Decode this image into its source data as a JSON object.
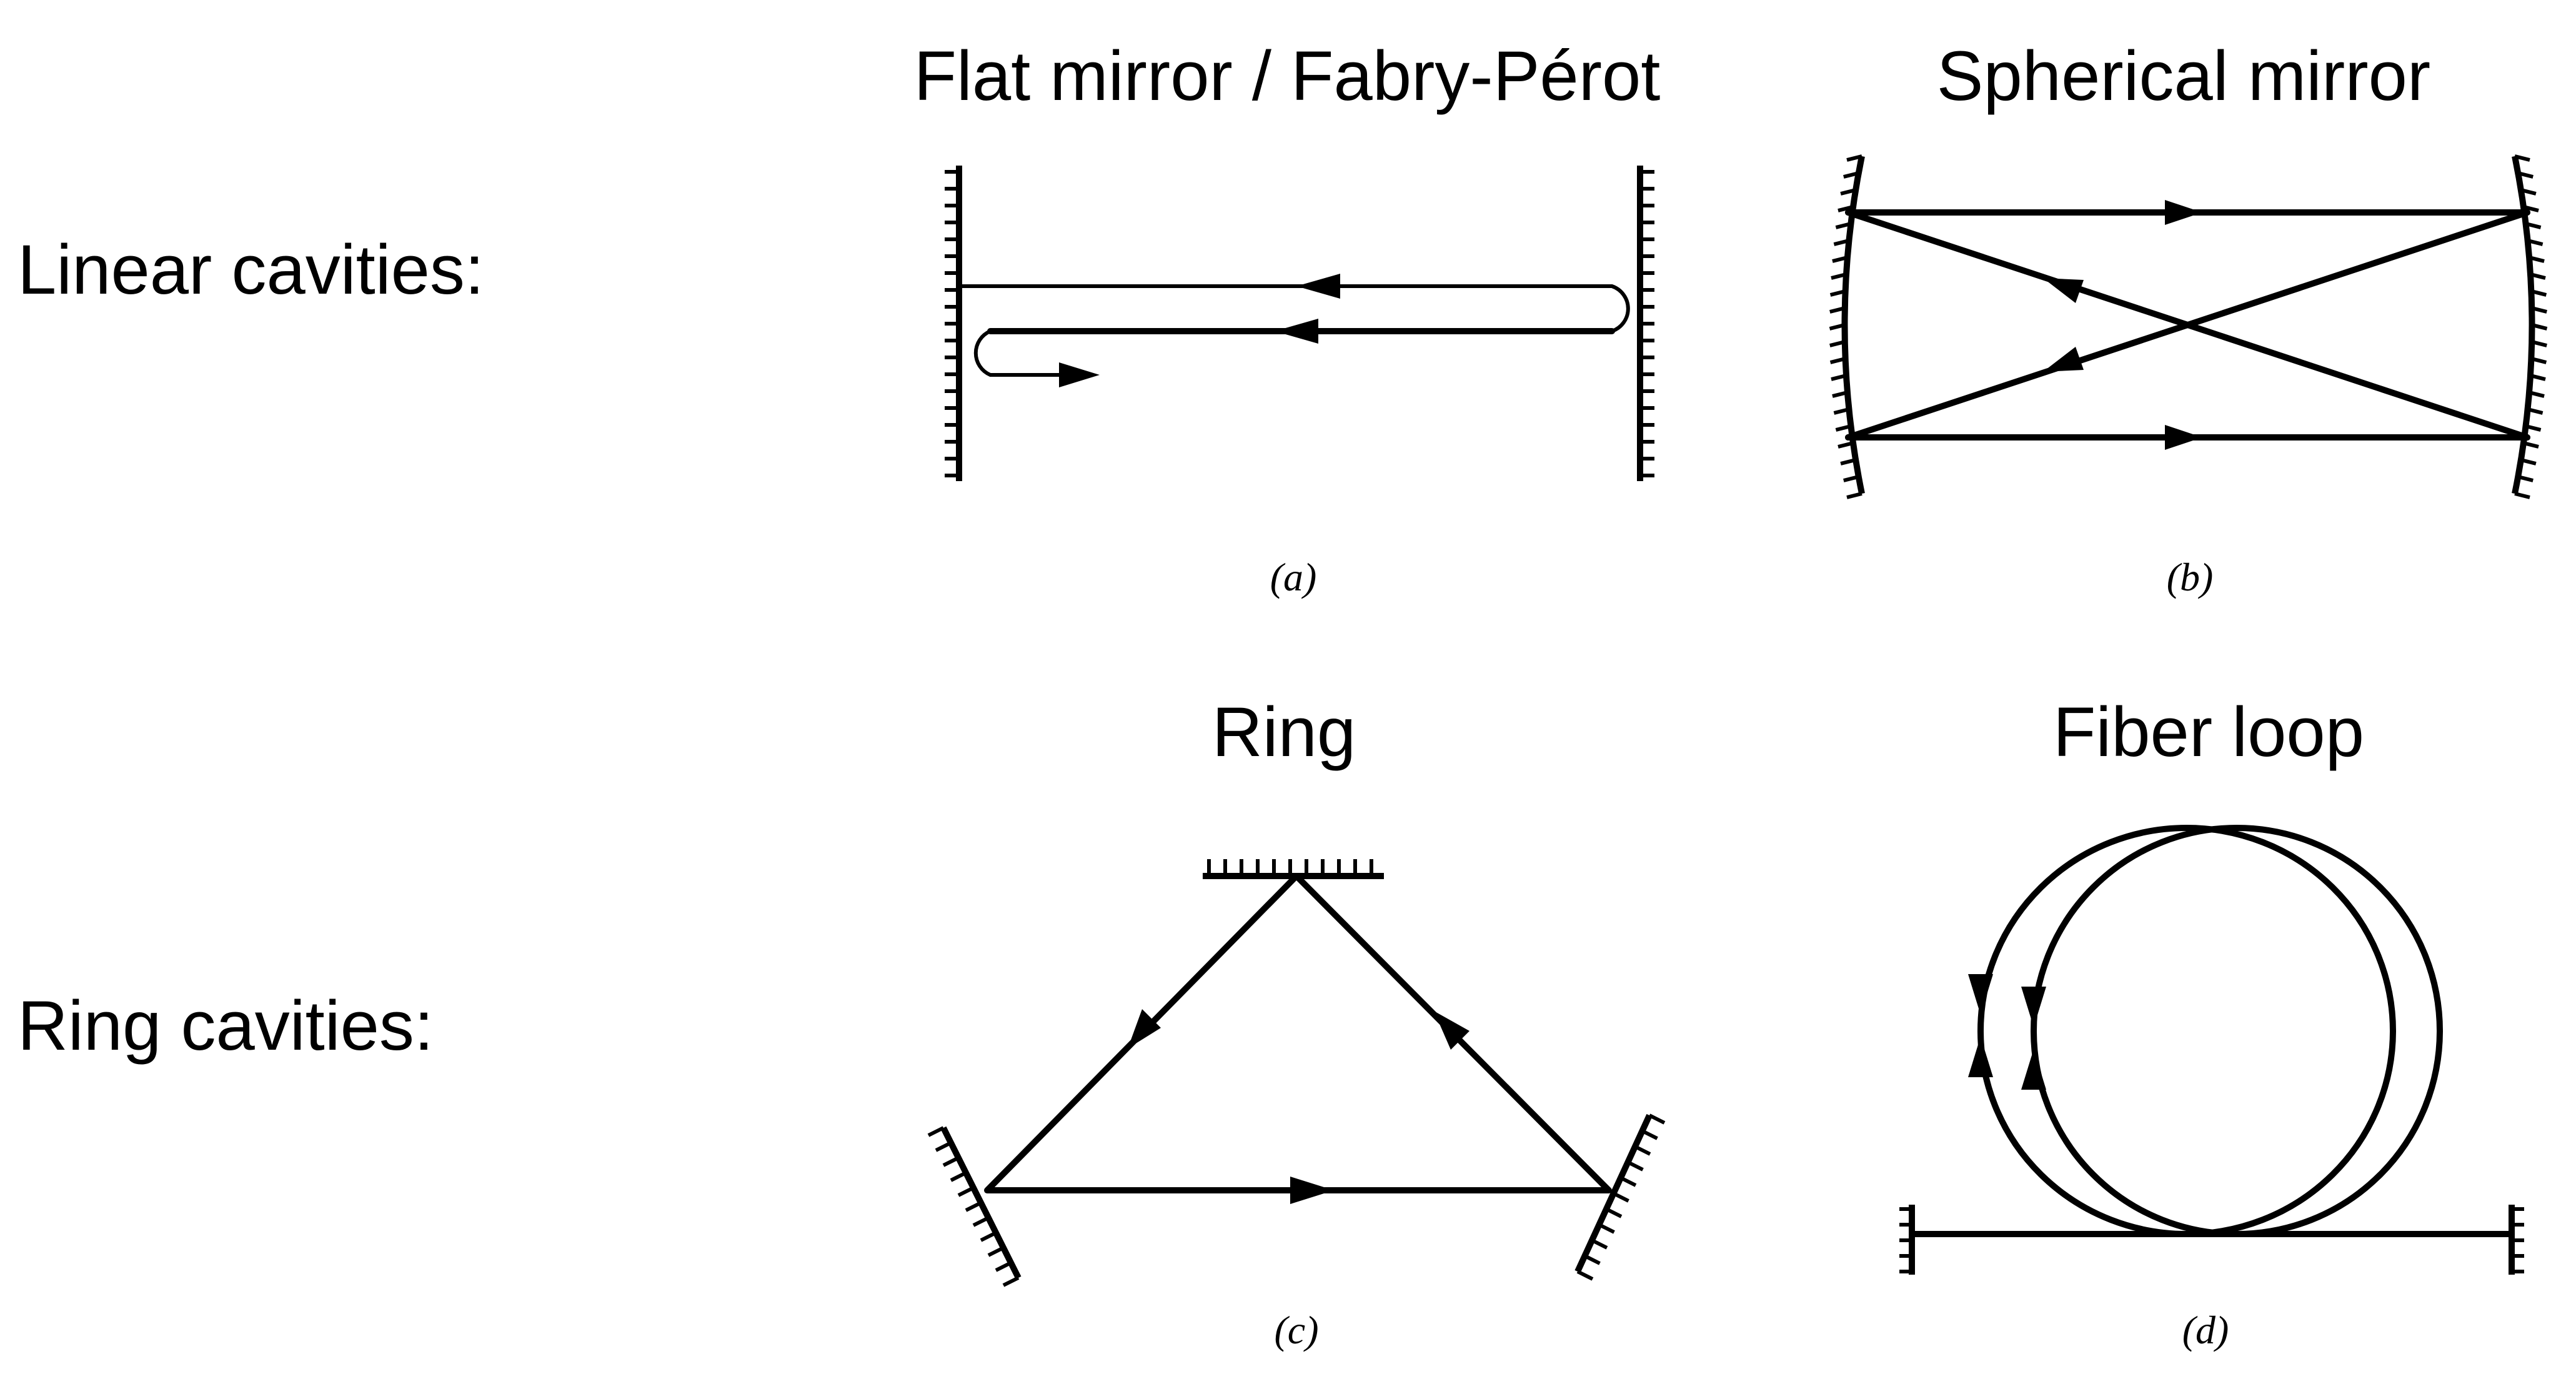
{
  "rows": {
    "linear_label": "Linear cavities:",
    "ring_label": "Ring cavities:"
  },
  "panels": {
    "a": {
      "title": "Flat mirror / Fabry-Pérot",
      "caption": "(a)"
    },
    "b": {
      "title": "Spherical mirror",
      "caption": "(b)"
    },
    "c": {
      "title": "Ring",
      "caption": "(c)"
    },
    "d": {
      "title": "Fiber loop",
      "caption": "(d)"
    }
  },
  "colors": {
    "ink": "#000000",
    "background": "#ffffff"
  }
}
